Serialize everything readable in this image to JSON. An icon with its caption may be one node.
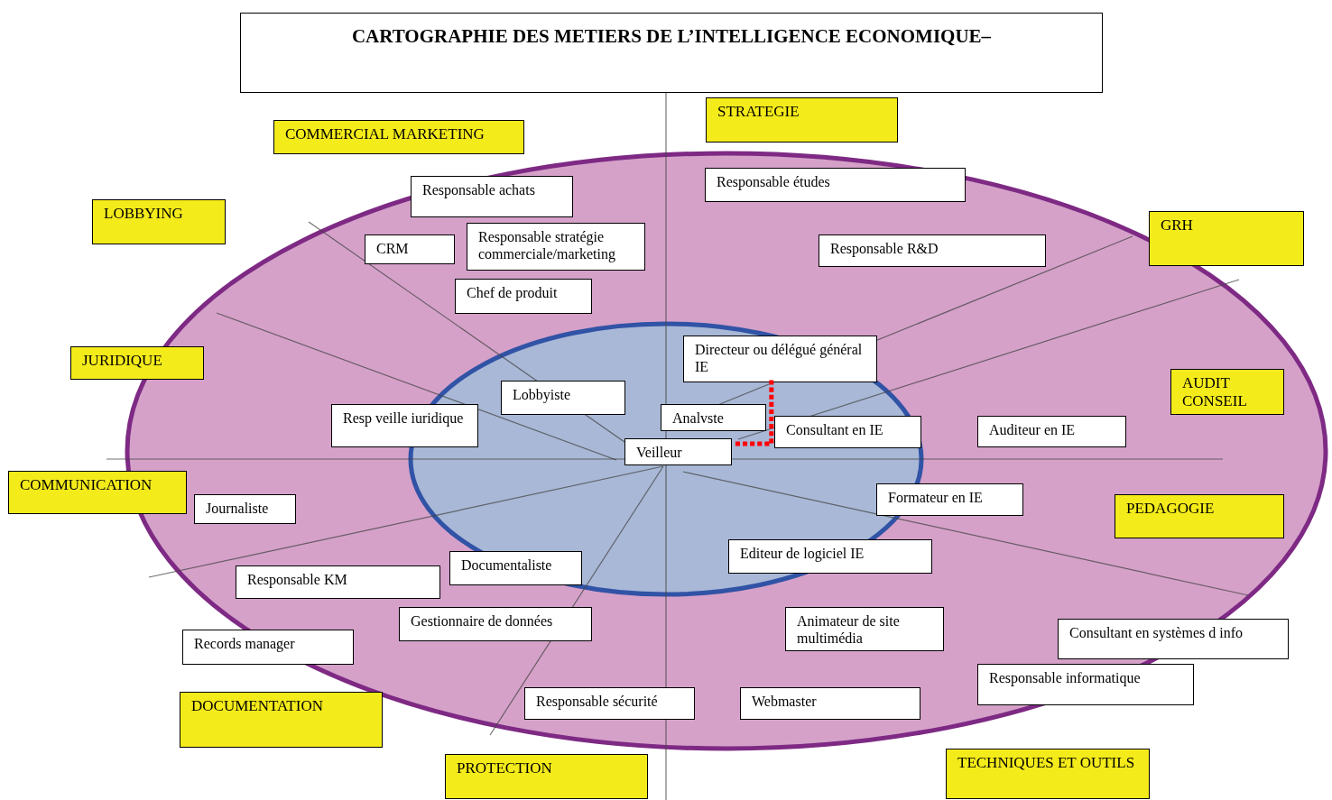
{
  "diagram": {
    "title": "CARTOGRAPHIE DES METIERS DE L’INTELLIGENCE ECONOMIQUE–",
    "nodes": [
      {
        "text": [
          "STRATEGIE"
        ]
      },
      {
        "text": [
          "COMMERCIAL MARKETING"
        ]
      },
      {
        "text": [
          "LOBBYING"
        ]
      },
      {
        "text": [
          "GRH"
        ]
      },
      {
        "text": [
          "JURIDIQUE"
        ]
      },
      {
        "text": [
          "AUDIT CONSEIL"
        ]
      },
      {
        "text": [
          "COMMUNICATION"
        ]
      },
      {
        "text": [
          "PEDAGOGIE"
        ]
      },
      {
        "text": [
          "DOCUMENTATION"
        ]
      },
      {
        "text": [
          "PROTECTION"
        ]
      },
      {
        "text": [
          "TECHNIQUES ET OUTILS"
        ]
      },
      {
        "text": [
          "Responsable achats"
        ]
      },
      {
        "text": [
          "Responsable études"
        ]
      },
      {
        "text": [
          "CRM"
        ]
      },
      {
        "text": [
          "Responsable stratégie commerciale/marketing"
        ]
      },
      {
        "text": [
          "Responsable R&D"
        ]
      },
      {
        "text": [
          "Chef de produit"
        ]
      },
      {
        "text": [
          "Directeur ou délégué général IE"
        ]
      },
      {
        "text": [
          "Lobbyiste"
        ]
      },
      {
        "text": [
          "Resp veille iuridique"
        ]
      },
      {
        "text": [
          "Analvste"
        ]
      },
      {
        "text": [
          "Consultant en IE"
        ]
      },
      {
        "text": [
          "Auditeur en IE"
        ]
      },
      {
        "text": [
          "Veilleur"
        ]
      },
      {
        "text": [
          "Journaliste"
        ]
      },
      {
        "text": [
          "Formateur en IE"
        ]
      },
      {
        "text": [
          "Documentaliste"
        ]
      },
      {
        "text": [
          "Editeur de logiciel IE"
        ]
      },
      {
        "text": [
          "Responsable KM"
        ]
      },
      {
        "text": [
          "Gestionnaire de données"
        ]
      },
      {
        "text": [
          "Animateur de site multimédia"
        ]
      },
      {
        "text": [
          "Consultant en systèmes d info"
        ]
      },
      {
        "text": [
          "Records manager"
        ]
      },
      {
        "text": [
          "Responsable informatique"
        ]
      },
      {
        "text": [
          "Responsable sécurité"
        ]
      },
      {
        "text": [
          "Webmaster"
        ]
      }
    ],
    "edges": [
      {
        "from": 17,
        "to": 23,
        "arrow": "none",
        "style": "dashed",
        "color": "#ff0000"
      }
    ]
  }
}
